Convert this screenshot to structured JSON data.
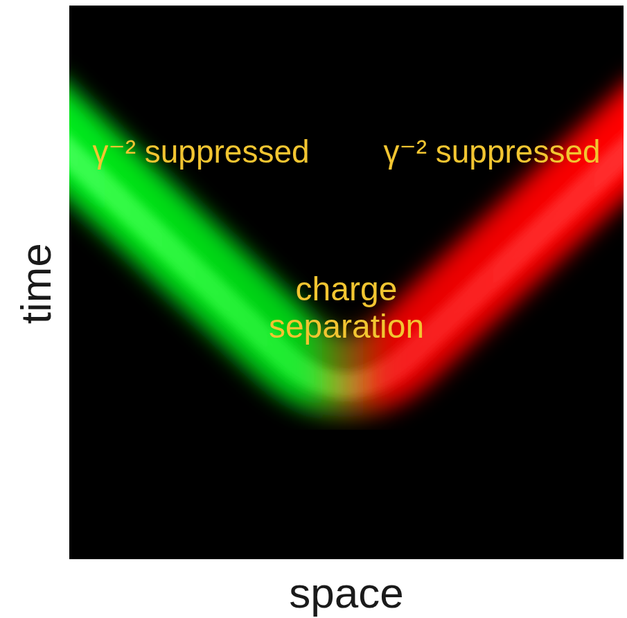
{
  "diagram": {
    "labels": [
      "γ⁻² suppressed",
      "γ⁻² suppressed",
      "charge separation",
      "time",
      "space"
    ]
  }
}
